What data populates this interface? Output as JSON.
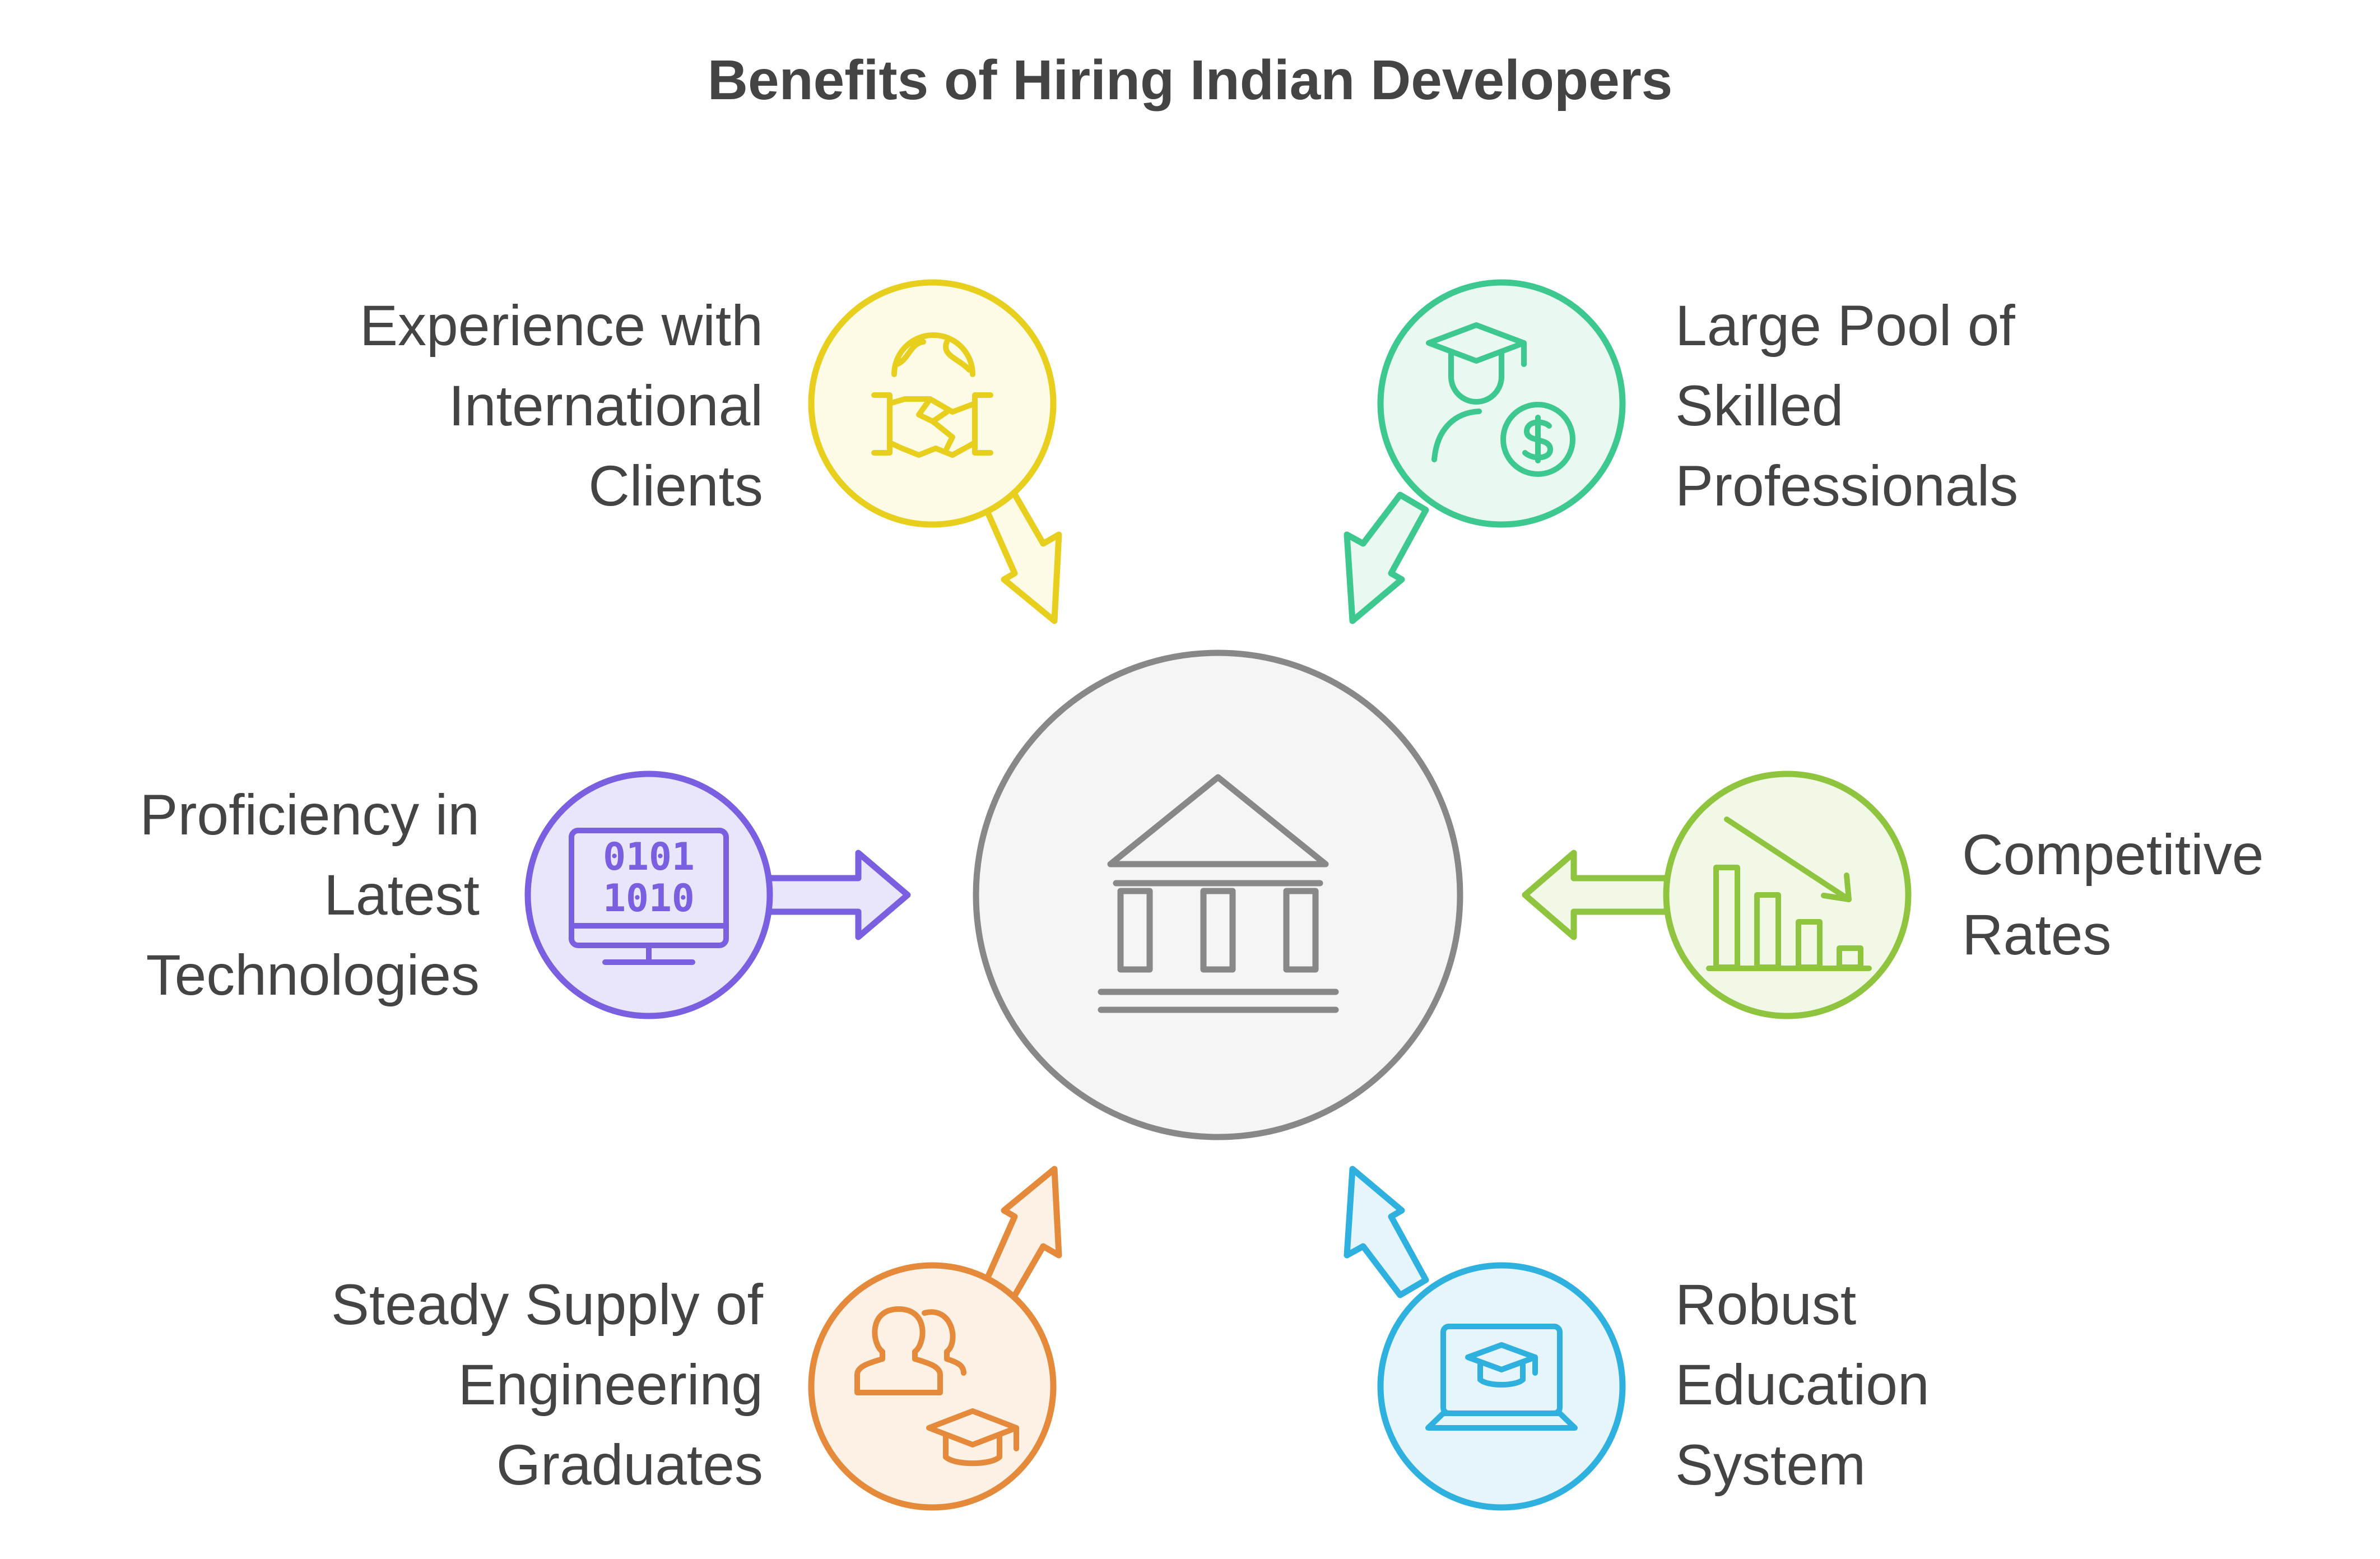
{
  "title": "Benefits of Hiring Indian Developers",
  "center": {
    "icon": "bank-building-icon",
    "stroke": "#888888",
    "fill": "#f5f5f5"
  },
  "items": [
    {
      "key": "international",
      "lines": [
        "Experience with",
        "International",
        "Clients"
      ],
      "icon": "handshake-globe-icon",
      "color": "#e8cf1e",
      "fill": "#fdfbe6"
    },
    {
      "key": "pool",
      "lines": [
        "Large Pool of",
        "Skilled",
        "Professionals"
      ],
      "icon": "graduate-dollar-icon",
      "color": "#3cc88e",
      "fill": "#e9f8f0"
    },
    {
      "key": "technologies",
      "lines": [
        "Proficiency in",
        "Latest",
        "Technologies"
      ],
      "icon": "binary-monitor-icon",
      "color": "#7a5fe0",
      "fill": "#e9e5fb"
    },
    {
      "key": "rates",
      "lines": [
        "Competitive",
        "Rates"
      ],
      "icon": "declining-bar-chart-icon",
      "color": "#8fc43e",
      "fill": "#f1f8e6"
    },
    {
      "key": "graduates",
      "lines": [
        "Steady Supply of",
        "Engineering",
        "Graduates"
      ],
      "icon": "people-graduation-cap-icon",
      "color": "#e58a3a",
      "fill": "#fdf1e6"
    },
    {
      "key": "education",
      "lines": [
        "Robust",
        "Education",
        "System"
      ],
      "icon": "laptop-graduation-cap-icon",
      "color": "#2fb1df",
      "fill": "#e5f5fb"
    }
  ]
}
